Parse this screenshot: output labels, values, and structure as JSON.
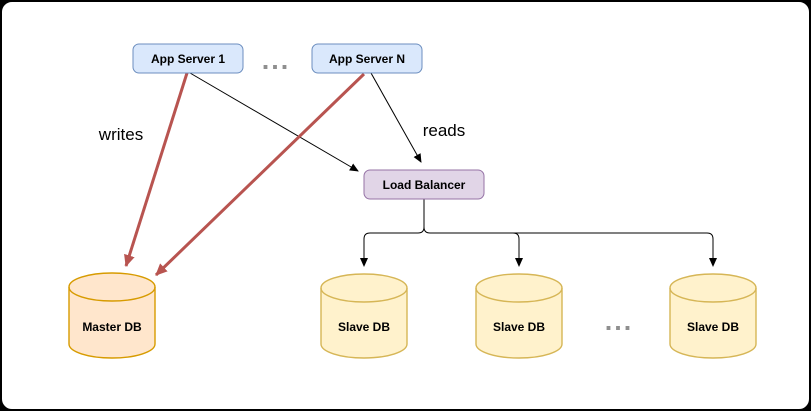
{
  "diagram": {
    "nodes": {
      "app_server_1": {
        "label": "App Server 1"
      },
      "app_server_n": {
        "label": "App Server N"
      },
      "load_balancer": {
        "label": "Load Balancer"
      },
      "master_db": {
        "label": "Master DB"
      },
      "slave_db_1": {
        "label": "Slave DB"
      },
      "slave_db_2": {
        "label": "Slave DB"
      },
      "slave_db_3": {
        "label": "Slave DB"
      }
    },
    "edge_labels": {
      "writes": "writes",
      "reads": "reads"
    },
    "ellipsis": {
      "app_servers": "...",
      "slave_dbs": "..."
    },
    "colors": {
      "app_fill": "#dae8fc",
      "app_stroke": "#6c8ebf",
      "lb_fill": "#e1d5e7",
      "lb_stroke": "#9673a6",
      "master_fill": "#ffe6cc",
      "master_stroke": "#d79b00",
      "slave_fill": "#fff2cc",
      "slave_stroke": "#d6b656",
      "write_arrow": "#b85450",
      "read_arrow": "#000000",
      "ellipsis_gray": "#8f8f8f"
    }
  }
}
